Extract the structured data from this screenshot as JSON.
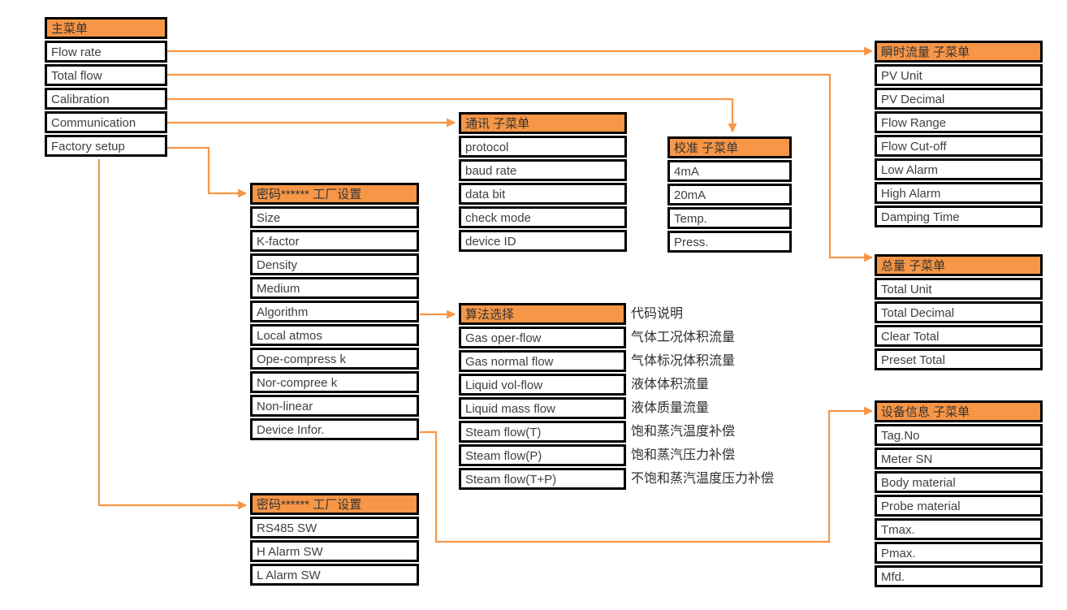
{
  "colors": {
    "accent_orange": "#F79646",
    "box_border": "#000000",
    "text": "#3F3F3F"
  },
  "boxes": {
    "main_menu": {
      "title": "主菜单",
      "items": [
        "Flow rate",
        "Total flow",
        "Calibration",
        "Communication",
        "Factory setup"
      ]
    },
    "factory_setup": {
      "title": "密码****** 工厂设置",
      "items": [
        "Size",
        "K-factor",
        "Density",
        "Medium",
        "Algorithm",
        "Local atmos",
        "Ope-compress k",
        "Nor-compree k",
        "Non-linear",
        "Device Infor."
      ]
    },
    "communication": {
      "title": "通讯 子菜单",
      "items": [
        "protocol",
        "baud rate",
        "data bit",
        "check mode",
        "device ID"
      ]
    },
    "calibration": {
      "title": "校准 子菜单",
      "items": [
        "4mA",
        "20mA",
        "Temp.",
        "Press."
      ]
    },
    "instant_flow": {
      "title": "瞬时流量 子菜单",
      "items": [
        "PV Unit",
        "PV Decimal",
        "Flow Range",
        "Flow Cut-off",
        "Low Alarm",
        "High Alarm",
        "Damping Time"
      ]
    },
    "total_flow": {
      "title": "总量 子菜单",
      "items": [
        "Total Unit",
        "Total Decimal",
        "Clear Total",
        "Preset Total"
      ]
    },
    "algorithm": {
      "title": "算法选择",
      "items": [
        "Gas oper-flow",
        "Gas normal flow",
        "Liquid vol-flow",
        "Liquid mass flow",
        "Steam flow(T)",
        "Steam flow(P)",
        "Steam flow(T+P)"
      ],
      "code_descriptions": [
        "代码说明",
        "气体工况体积流量",
        "气体标况体积流量",
        "液体体积流量",
        "液体质量流量",
        "饱和蒸汽温度补偿",
        "饱和蒸汽压力补偿",
        "不饱和蒸汽温度压力补偿"
      ]
    },
    "factory_setup2": {
      "title": "密码****** 工厂设置",
      "items": [
        "RS485 SW",
        "H Alarm SW",
        "L Alarm SW"
      ]
    },
    "device_info": {
      "title": "设备信息 子菜单",
      "items": [
        "Tag.No",
        "Meter SN",
        "Body material",
        "Probe material",
        "Tmax.",
        "Pmax.",
        "Mfd."
      ]
    }
  }
}
